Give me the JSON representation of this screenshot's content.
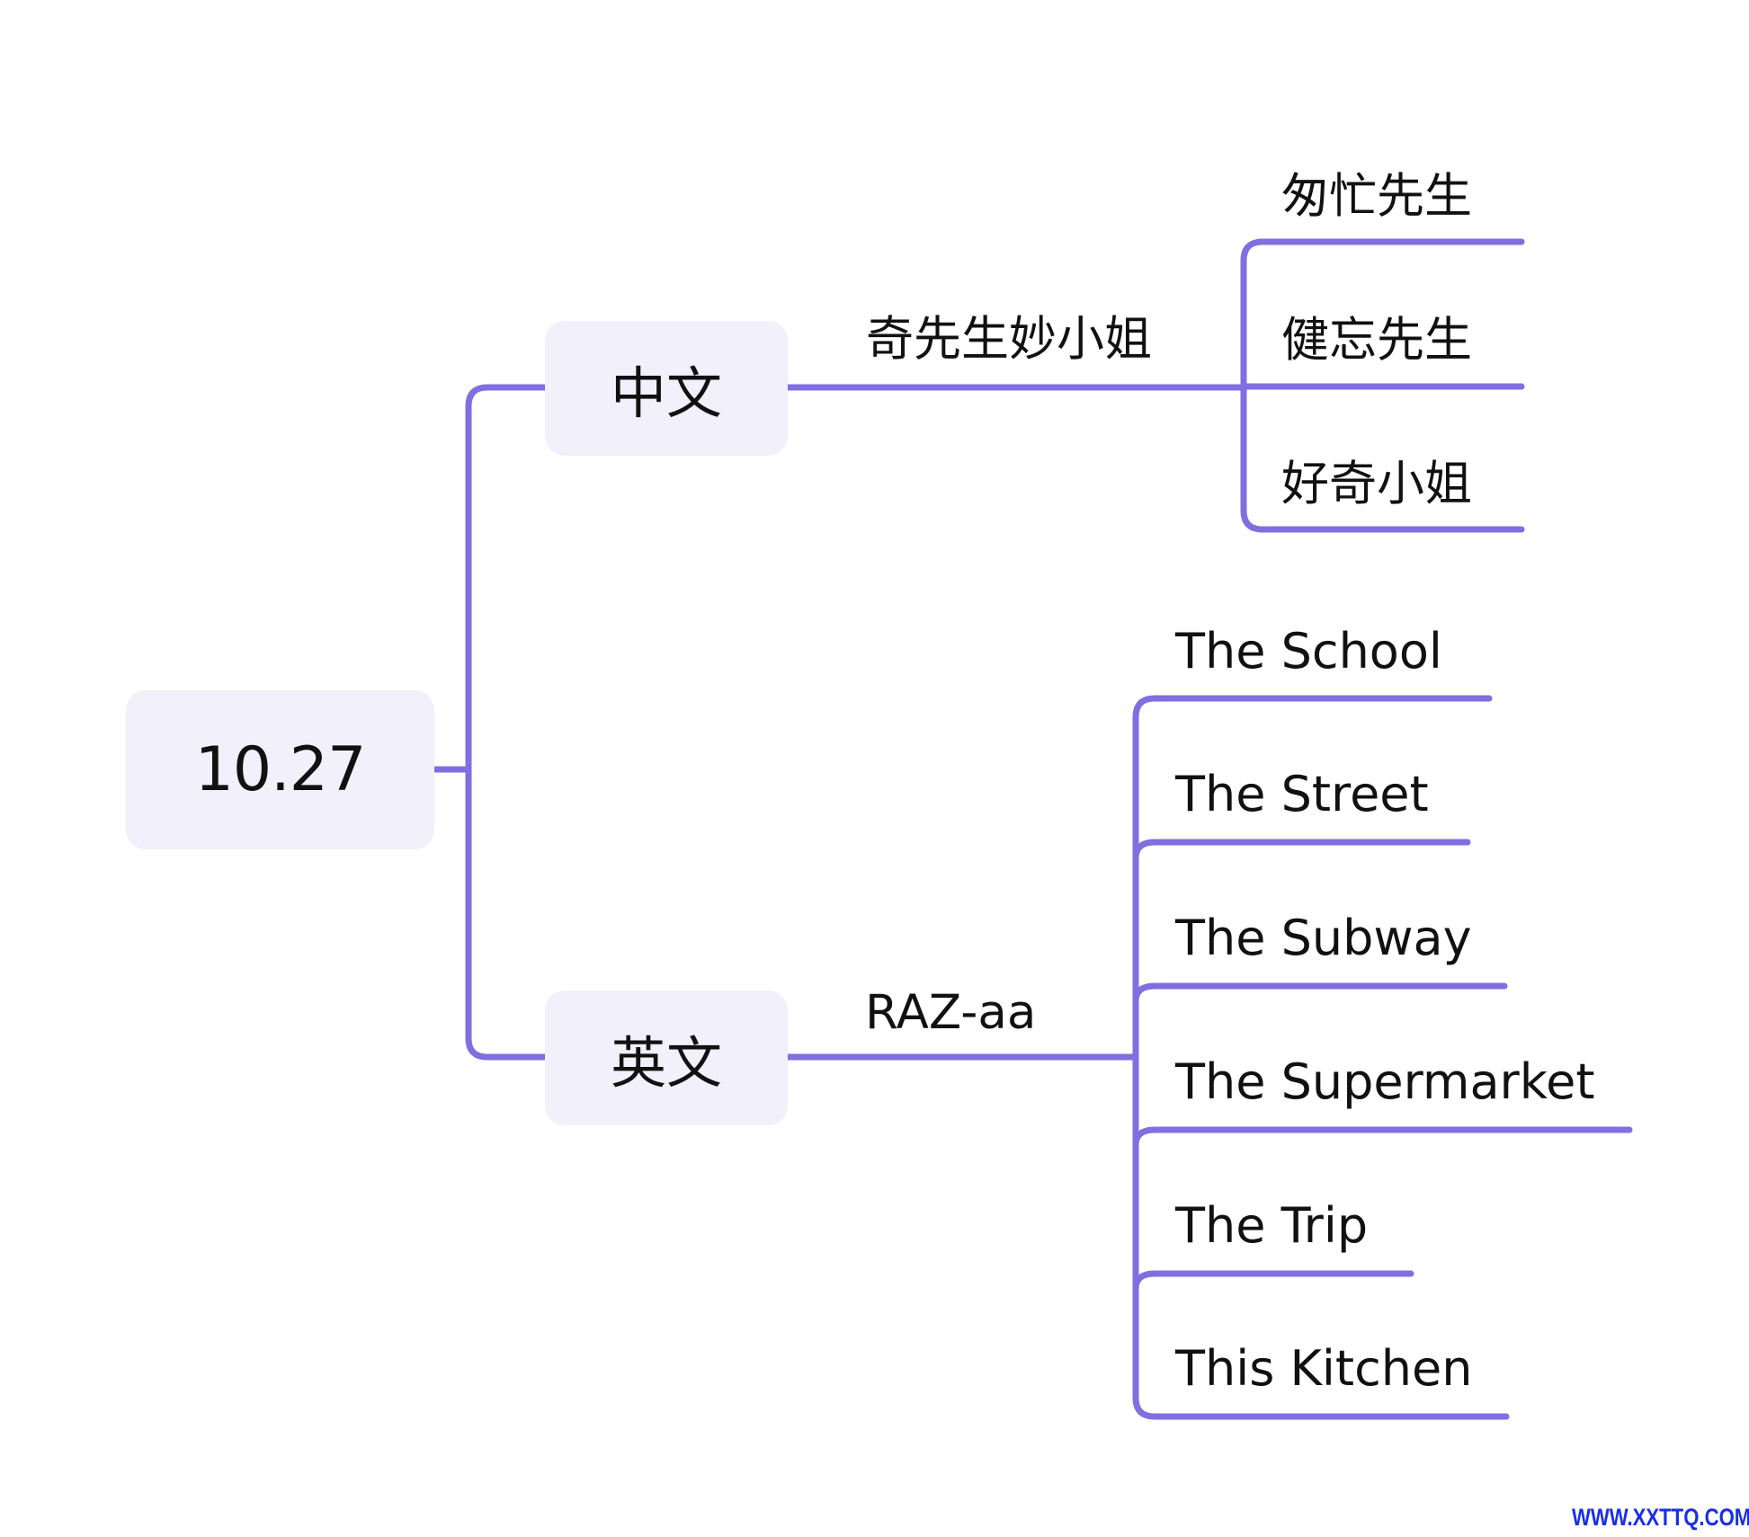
{
  "mindmap": {
    "root": {
      "label": "10.27"
    },
    "branches": [
      {
        "label": "中文",
        "sub_label": "奇先生妙小姐",
        "leaves": [
          "匆忙先生",
          "健忘先生",
          "好奇小姐"
        ]
      },
      {
        "label": "英文",
        "sub_label": "RAZ-aa",
        "leaves": [
          "The School",
          "The Street",
          "The Subway",
          "The Supermarket",
          "The Trip",
          "This Kitchen"
        ]
      }
    ]
  },
  "watermark": "WWW.XXTTQ.COM",
  "colors": {
    "connector": "#7f6fe0",
    "node_fill": "#f1f0fb",
    "text": "#111111",
    "watermark": "#1a2ee8"
  }
}
